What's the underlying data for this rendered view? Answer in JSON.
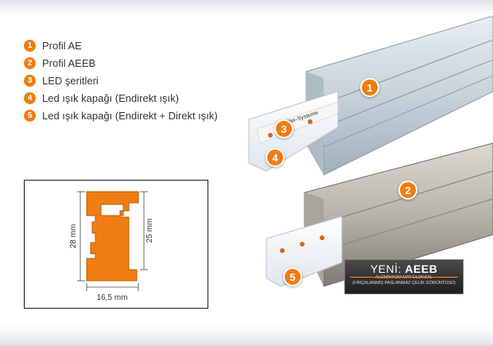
{
  "accent": "#f07d12",
  "legend": [
    {
      "num": "1",
      "label": "Profil AE"
    },
    {
      "num": "2",
      "label": "Profil AEEB"
    },
    {
      "num": "3",
      "label": "LED şeritleri"
    },
    {
      "num": "4",
      "label": "Led ışık kapağı (Endirekt ışık)"
    },
    {
      "num": "5",
      "label": "Led ışık kapağı (Endirekt + Direkt ışık)"
    }
  ],
  "diagram": {
    "height_left": "28 mm",
    "height_right": "25 mm",
    "width_bottom": "16,5 mm"
  },
  "callouts": [
    "1",
    "2",
    "3",
    "4",
    "5"
  ],
  "strip_text": "chiller-Systeme",
  "badge": {
    "prefix": "YENİ:",
    "name": "AEEB",
    "line1": "ALÜMİNYUM MAT ELOKSAL",
    "line2": "(FIRÇALANMIŞ PASLANMAZ ÇELİK GÖRÜNTÜSÜ)"
  }
}
